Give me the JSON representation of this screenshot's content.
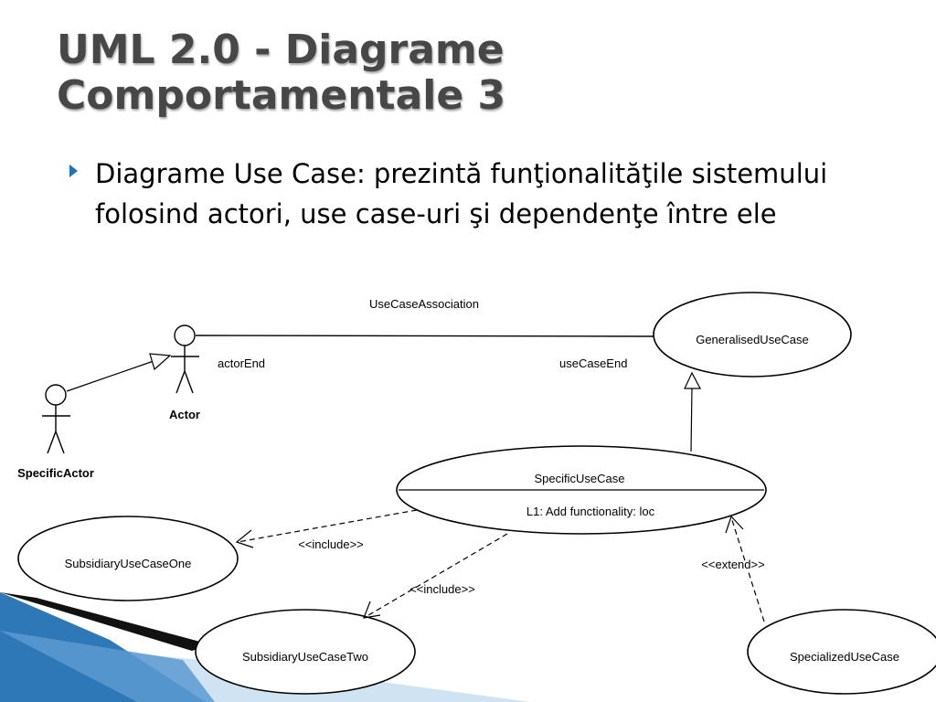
{
  "slide": {
    "title_line1": "UML 2.0 - Diagrame",
    "title_line2": "Comportamentale 3",
    "bullet_term": "Diagrame Use Case",
    "bullet_rest": ": prezintă funţionalităţile sistemului folosind actori, use case-uri şi dependenţe între ele"
  },
  "diagram": {
    "association_label": "UseCaseAssociation",
    "actor_end_label": "actorEnd",
    "use_case_end_label": "useCaseEnd",
    "actor_label": "Actor",
    "specific_actor_label": "SpecificActor",
    "generalised_use_case": "GeneralisedUseCase",
    "specific_use_case": "SpecificUseCase",
    "extension_point": "L1: Add functionality: loc",
    "subsidiary_one": "SubsidiaryUseCaseOne",
    "subsidiary_two": "SubsidiaryUseCaseTwo",
    "specialized_use_case": "SpecializedUseCase",
    "include_label_1": "<<include>>",
    "include_label_2": "<<include>>",
    "extend_label": "<<extend>>"
  },
  "colors": {
    "title": "#474747",
    "bullet": "#1f72b8",
    "decor_blue": "#2f78b8",
    "decor_light": "#cfe3f3"
  }
}
